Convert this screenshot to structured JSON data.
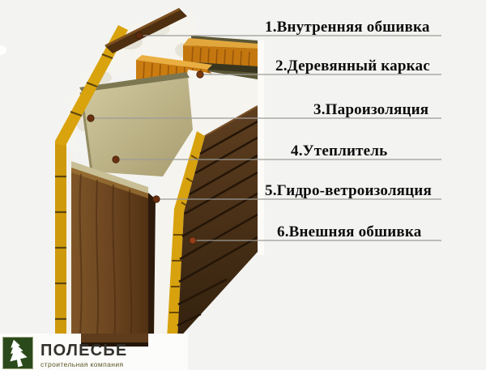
{
  "page": {
    "background": "#f3f3f1"
  },
  "diagram": {
    "type": "wall-construction-cutaway",
    "labels": [
      {
        "text": "1.Внутренняя обшивка",
        "layer": "inner-cladding"
      },
      {
        "text": "2.Деревянный каркас",
        "layer": "wooden-frame"
      },
      {
        "text": "3.Пароизоляция",
        "layer": "vapor-barrier"
      },
      {
        "text": "4.Утеплитель",
        "layer": "insulation"
      },
      {
        "text": "5.Гидро-ветроизоляция",
        "layer": "hydro-wind-barrier"
      },
      {
        "text": "6.Внешняя обшивка",
        "layer": "outer-cladding"
      }
    ],
    "colors": {
      "plank_yellow": "#d9a30d",
      "frame_orange": "#c97c10",
      "panel_beige": "#cbc298",
      "wood_dark": "#5f3c1c",
      "membrane_white": "#f6f4ee",
      "leader_line": "#9b9b97",
      "marker_dot": "#6a300f"
    }
  },
  "logo": {
    "name": "ПОЛЕСЬЕ",
    "tagline": "строительная компания",
    "icon": "fir-tree-icon",
    "icon_bg": "#2b4a1b",
    "icon_tree": "#ffffff"
  }
}
